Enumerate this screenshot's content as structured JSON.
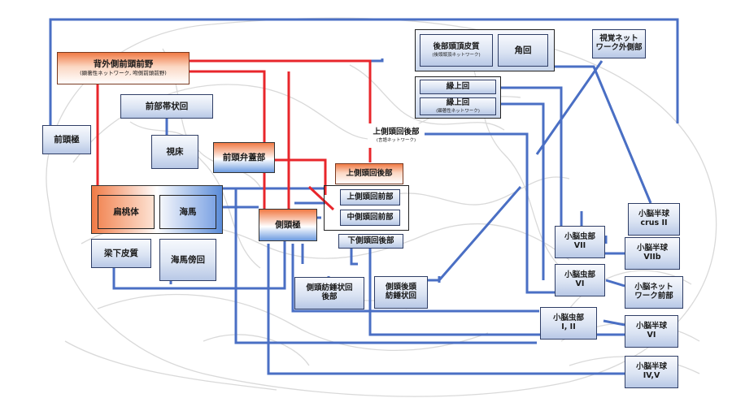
{
  "nodes": {
    "dlpfc": {
      "label": "背外側前頭前野",
      "sub": "(顕著性ネットワーク, 吻側前頭前野)"
    },
    "acc": {
      "label": "前部帯状回"
    },
    "frontal_pole": {
      "label": "前頭極"
    },
    "thalamus": {
      "label": "視床"
    },
    "operculum": {
      "label": "前頭弁蓋部"
    },
    "amygdala": {
      "label": "扁桃体"
    },
    "hippocampus": {
      "label": "海馬"
    },
    "temporal_pole": {
      "label": "側頭極"
    },
    "subcallosal": {
      "label": "梁下皮質"
    },
    "parahippocampal": {
      "label": "海馬傍回"
    },
    "sts_post": {
      "label": "上側頭回後部"
    },
    "sts_ant": {
      "label": "上側頭回前部"
    },
    "mts_ant": {
      "label": "中側頭回前部"
    },
    "its_post": {
      "label": "下側頭回後部"
    },
    "fusiform_post": {
      "label": "側頭紡錘状回後部",
      "line1": "側頭紡錘状回",
      "line2": "後部"
    },
    "temporo_occipital_fusiform": {
      "label": "側頭後頭紡錘状回",
      "line1": "側頭後頭",
      "line2": "紡錘状回"
    },
    "parietal": {
      "label": "後部頭頂皮質",
      "sub": "(後頭頭頂ネットワーク)"
    },
    "angular": {
      "label": "角回"
    },
    "supramarginal1": {
      "label": "縁上回"
    },
    "supramarginal2": {
      "label": "縁上回",
      "sub": "(顕著性ネットワーク)"
    },
    "sts_posterior_lang": {
      "label": "上側頭回後部",
      "sub": "(言語ネットワーク)"
    },
    "visual_lateral": {
      "label": "視覚ネットワーク外側部",
      "line1": "視覚ネット",
      "line2": "ワーク外側部"
    },
    "cb_crus2": {
      "label": "小脳半球 crus II",
      "line1": "小脳半球",
      "line2": "crus II"
    },
    "cb_vermis7": {
      "label": "小脳虫部 VII",
      "line1": "小脳虫部",
      "line2": "VII"
    },
    "cb_hemi7b": {
      "label": "小脳半球 VIIb",
      "line1": "小脳半球",
      "line2": "VIIb"
    },
    "cb_vermis6": {
      "label": "小脳虫部 VI",
      "line1": "小脳虫部",
      "line2": "VI"
    },
    "cb_network_ant": {
      "label": "小脳ネットワーク前部",
      "line1": "小脳ネット",
      "line2": "ワーク前部"
    },
    "cb_vermis12": {
      "label": "小脳虫部 I, II",
      "line1": "小脳虫部",
      "line2": "I, II"
    },
    "cb_hemi6": {
      "label": "小脳半球 VI",
      "line1": "小脳半球",
      "line2": "VI"
    },
    "cb_hemi45": {
      "label": "小脳半球 IV,V",
      "line1": "小脳半球",
      "line2": "IV,V"
    }
  },
  "colors": {
    "red_link": "#e8262b",
    "blue_link": "#4a6fc4",
    "orange": "#f07a45",
    "blue_fill": "#b8c8e6"
  }
}
